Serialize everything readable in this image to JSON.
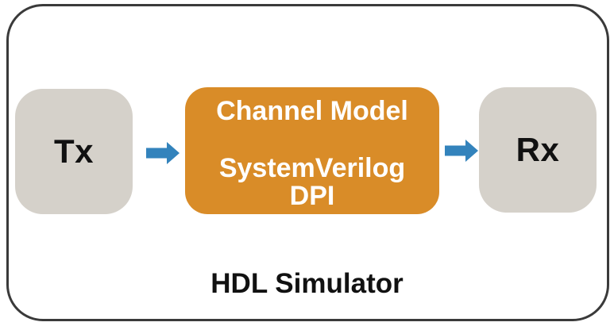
{
  "frame": {
    "label": "HDL Simulator"
  },
  "blocks": {
    "tx": {
      "label": "Tx"
    },
    "channel": {
      "title": "Channel Model",
      "subtitle_line1": "SystemVerilog",
      "subtitle_line2": "DPI"
    },
    "rx": {
      "label": "Rx"
    }
  },
  "icons": {
    "arrow_tx_to_channel": "arrow-right-icon",
    "arrow_channel_to_rx": "arrow-right-icon"
  },
  "colors": {
    "block_orange": "#D98C28",
    "block_gray": "#D5D1CA",
    "arrow_blue": "#3383BC",
    "border_dark": "#3A3A3A",
    "text_white": "#FFFFFF",
    "text_black": "#111111"
  }
}
